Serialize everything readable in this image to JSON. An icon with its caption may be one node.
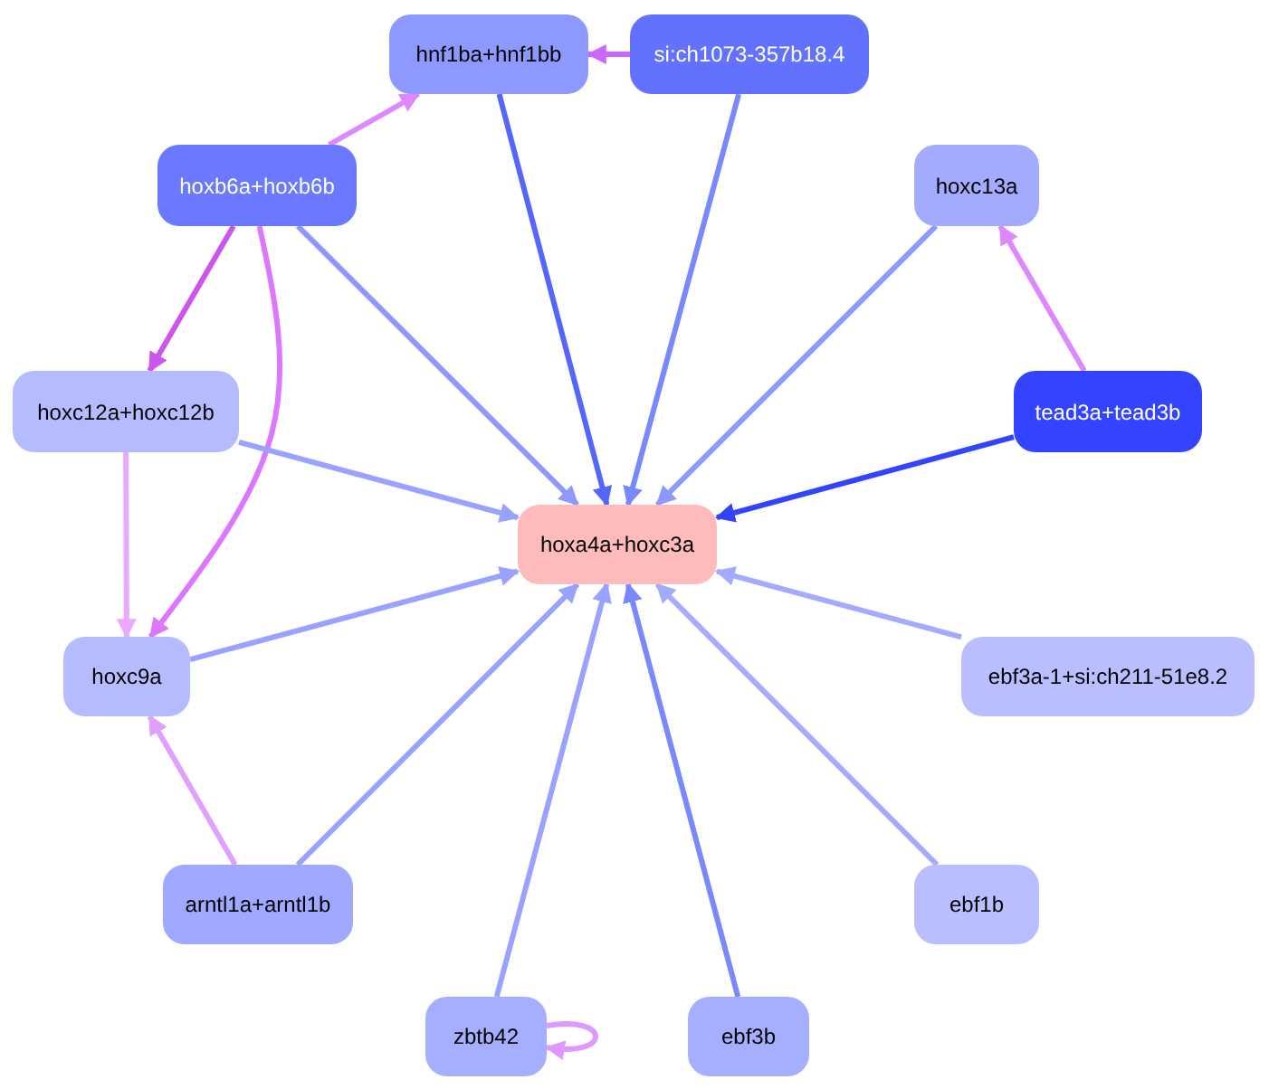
{
  "diagram": {
    "nodes": [
      {
        "text": [
          "hnf1ba+hnf1bb"
        ]
      },
      {
        "text": [
          "si:ch1073-357b18.4"
        ]
      },
      {
        "text": [
          "hoxb6a+hoxb6b"
        ]
      },
      {
        "text": [
          "hoxc13a"
        ]
      },
      {
        "text": [
          "hoxc12a+hoxc12b"
        ]
      },
      {
        "text": [
          "tead3a+tead3b"
        ]
      },
      {
        "text": [
          "hoxa4a+hoxc3a"
        ]
      },
      {
        "text": [
          "hoxc9a"
        ]
      },
      {
        "text": [
          "ebf3a-1+si:ch211-51e8.2"
        ]
      },
      {
        "text": [
          "arntl1a+arntl1b"
        ]
      },
      {
        "text": [
          "ebf1b"
        ]
      },
      {
        "text": [
          "zbtb42"
        ]
      },
      {
        "text": [
          "ebf3b"
        ]
      }
    ],
    "edges": [
      {
        "from": 1,
        "to": 0,
        "arrow": "to",
        "color": "#cc66ff"
      },
      {
        "from": 2,
        "to": 0,
        "arrow": "to",
        "color": "#dd88ff"
      },
      {
        "from": 2,
        "to": 4,
        "arrow": "to",
        "color": "#cc55ee"
      },
      {
        "from": 2,
        "to": 7,
        "arrow": "to",
        "color": "#dd77ff"
      },
      {
        "from": 2,
        "to": 6,
        "arrow": "to",
        "color": "#8e99ff"
      },
      {
        "from": 0,
        "to": 6,
        "arrow": "to",
        "color": "#5566ff"
      },
      {
        "from": 1,
        "to": 6,
        "arrow": "to",
        "color": "#7a88ff"
      },
      {
        "from": 3,
        "to": 6,
        "arrow": "to",
        "color": "#8e99ff"
      },
      {
        "from": 5,
        "to": 3,
        "arrow": "to",
        "color": "#dd88ff"
      },
      {
        "from": 5,
        "to": 6,
        "arrow": "to",
        "color": "#3344ff"
      },
      {
        "from": 4,
        "to": 6,
        "arrow": "to"
      },
      {
        "from": 4,
        "to": 7,
        "arrow": "to",
        "color": "#e8aaff"
      },
      {
        "from": 7,
        "to": 6,
        "arrow": "to"
      },
      {
        "from": 8,
        "to": 6,
        "arrow": "to",
        "color": "#a3abff"
      },
      {
        "from": 9,
        "to": 7,
        "arrow": "to",
        "color": "#e0a0ff"
      },
      {
        "from": 9,
        "to": 6,
        "arrow": "to"
      },
      {
        "from": 10,
        "to": 6,
        "arrow": "to",
        "color": "#a3abff"
      },
      {
        "from": 11,
        "to": 6,
        "arrow": "to"
      },
      {
        "from": 11,
        "to": 11,
        "arrow": "to",
        "color": "#dd99ff"
      },
      {
        "from": 12,
        "to": 6,
        "arrow": "to",
        "color": "#7a88ff"
      }
    ]
  }
}
